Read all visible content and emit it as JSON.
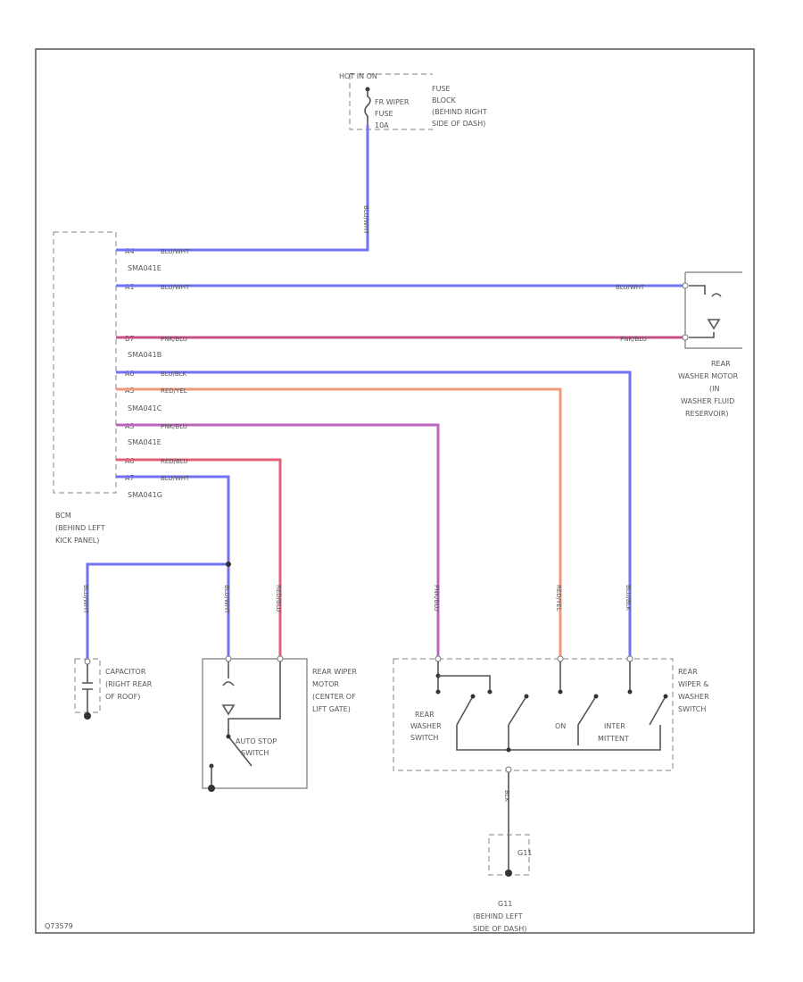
{
  "fuse_block": {
    "header": "HOT IN ON",
    "fuse_lines": [
      "FR WIPER",
      "FUSE",
      "10A"
    ],
    "desc_lines": [
      "FUSE",
      "BLOCK",
      "(BEHIND RIGHT",
      "SIDE OF DASH)"
    ]
  },
  "bcm": {
    "pin_labels": [
      "A4",
      "A1",
      "B7",
      "A8",
      "A5",
      "A3",
      "A6",
      "A7"
    ],
    "connector_labels": [
      "SMA041E",
      "SMA041B",
      "SMA041C",
      "SMA041E",
      "SMA041G"
    ],
    "desc_lines": [
      "BCM",
      "(BEHIND LEFT",
      "KICK PANEL)"
    ]
  },
  "wire_colors": {
    "blu_wht": "BLU/WHT",
    "pnk_blu": "PNK/BLU",
    "blu_blk": "BLU/BLK",
    "red_yel": "RED/YEL",
    "red_blu": "RED/BLU",
    "blk": "BLK"
  },
  "washer_motor": {
    "desc_lines": [
      "REAR",
      "WASHER MOTOR",
      "(IN",
      "WASHER FLUID",
      "RESERVOIR)"
    ]
  },
  "capacitor": {
    "desc_lines": [
      "CAPACITOR",
      "(RIGHT REAR",
      "OF ROOF)"
    ]
  },
  "wiper_motor": {
    "desc_lines": [
      "REAR WIPER",
      "MOTOR",
      "(CENTER OF",
      "LIFT GATE)"
    ],
    "switch_lines": [
      "AUTO STOP",
      "SWITCH"
    ]
  },
  "combo_switch": {
    "desc_lines": [
      "REAR",
      "WIPER &",
      "WASHER",
      "SWITCH"
    ],
    "washer_switch_lines": [
      "REAR",
      "WASHER",
      "SWITCH"
    ],
    "on_label": "ON",
    "inter_lines": [
      "INTER",
      "MITTENT"
    ]
  },
  "ground": {
    "tag": "G11",
    "desc_lines": [
      "G11",
      "(BEHIND LEFT",
      "SIDE OF DASH)"
    ]
  },
  "diagram_id": "Q73579",
  "colors": {
    "blu_wht": "#7272f2",
    "pnk_blu": "#c8508a",
    "red_yel": "#ee9a7a",
    "red_blu": "#e0607a",
    "pnk_pur": "#bb66bb"
  }
}
